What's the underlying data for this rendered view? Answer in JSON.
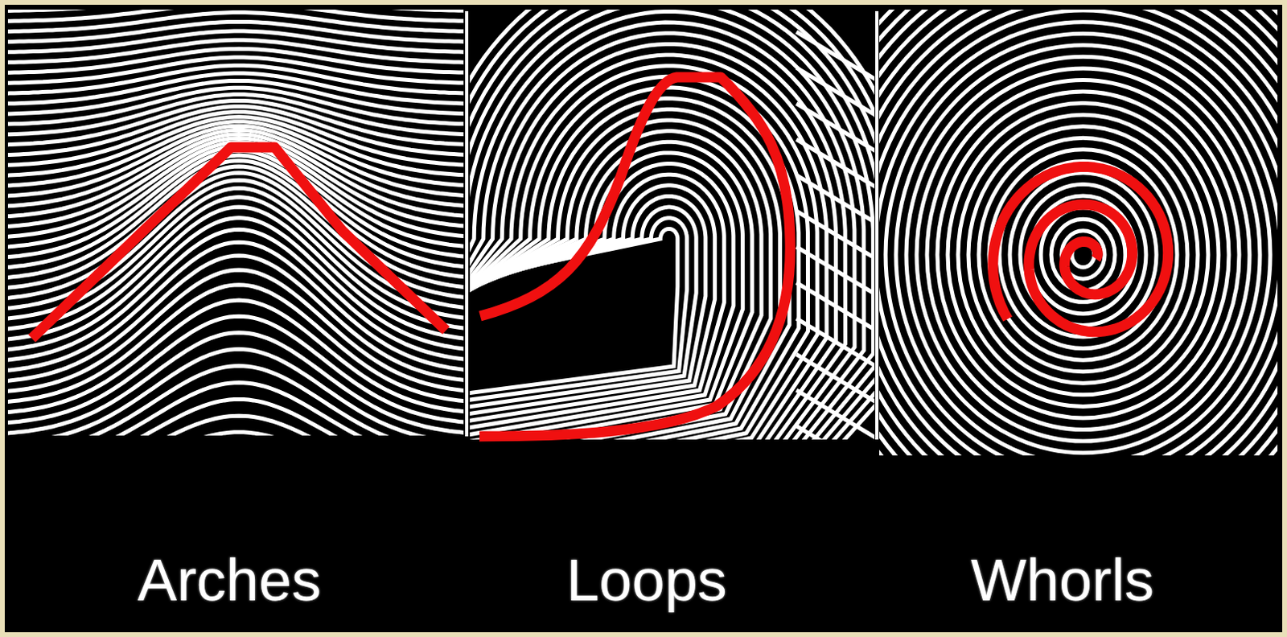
{
  "diagram": {
    "labels": [
      "Arches",
      "Loops",
      "Whorls"
    ]
  }
}
